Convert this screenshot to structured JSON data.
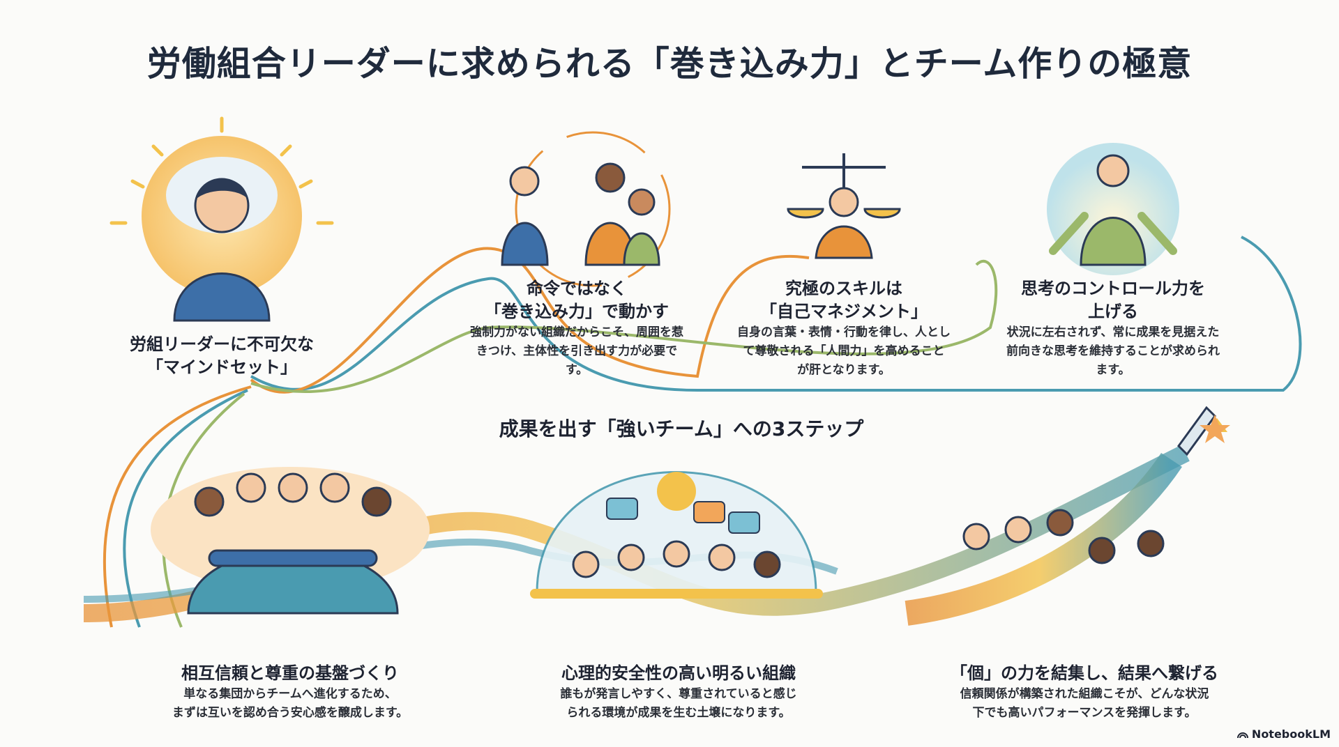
{
  "title": "労働組合リーダーに求められる「巻き込み力」とチーム作りの極意",
  "mindset": {
    "line1": "労組リーダーに不可欠な",
    "line2": "「マインドセット」"
  },
  "cards": [
    {
      "title1": "命令ではなく",
      "title2": "「巻き込み力」で動かす",
      "body": [
        "強制力がない組織だからこそ、周囲を惹",
        "きつけ、主体性を引き出す力が必要で",
        "す。"
      ]
    },
    {
      "title1": "究極のスキルは",
      "title2": "「自己マネジメント」",
      "body": [
        "自身の言葉・表情・行動を律し、人とし",
        "て尊敬される「人間力」を高めること",
        "が肝となります。"
      ]
    },
    {
      "title1": "思考のコントロール力を",
      "title2": "上げる",
      "body": [
        "状況に左右されず、常に成果を見据えた",
        "前向きな思考を維持することが求められ",
        "ます。"
      ]
    }
  ],
  "steps_heading": "成果を出す「強いチーム」への3ステップ",
  "steps": [
    {
      "title": "相互信頼と尊重の基盤づくり",
      "body": [
        "単なる集団からチームへ進化するため、",
        "まずは互いを認め合う安心感を醸成します。"
      ]
    },
    {
      "title": "心理的安全性の高い明るい組織",
      "body": [
        "誰もが発言しやすく、尊重されていると感じ",
        "られる環境が成果を生む土壌になります。"
      ]
    },
    {
      "title": "「個」の力を結集し、結果へ繋げる",
      "body": [
        "信頼関係が構築された組織こそが、どんな状況",
        "下でも高いパフォーマンスを発揮します。"
      ]
    }
  ],
  "brand": "NotebookLM",
  "colors": {
    "orange": "#e8933a",
    "teal": "#4a9bb0",
    "green": "#9bb86a",
    "blue": "#3d6fa8",
    "yellow": "#f3c24b"
  }
}
